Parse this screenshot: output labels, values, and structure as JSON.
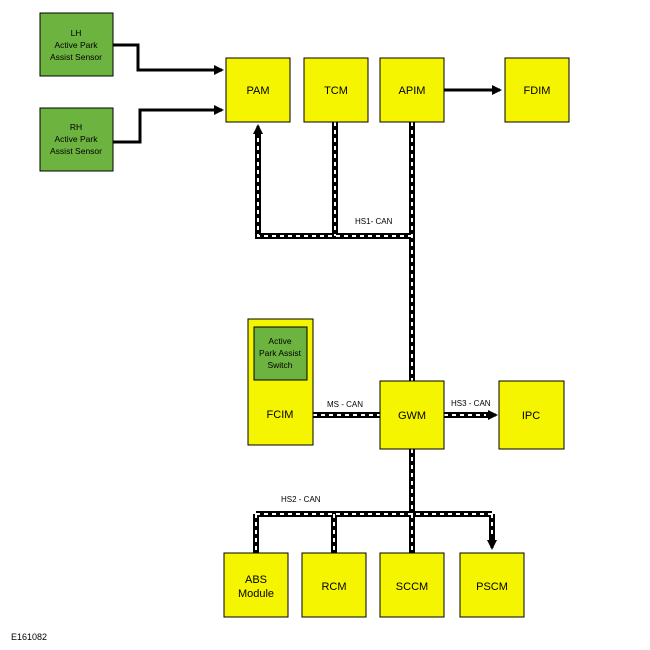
{
  "colors": {
    "module_fill": "#f5f500",
    "sensor_fill": "#6cb33f",
    "bus_dash": "#ffffff",
    "line": "#000000"
  },
  "sensors": {
    "lh": [
      "LH",
      "Active Park",
      "Assist Sensor"
    ],
    "rh": [
      "RH",
      "Active Park",
      "Assist Sensor"
    ]
  },
  "modules": {
    "pam": "PAM",
    "tcm": "TCM",
    "apim": "APIM",
    "fdim": "FDIM",
    "fcim": "FCIM",
    "gwm": "GWM",
    "ipc": "IPC",
    "abs": [
      "ABS",
      "Module"
    ],
    "rcm": "RCM",
    "sccm": "SCCM",
    "pscm": "PSCM"
  },
  "switch": [
    "Active",
    "Park Assist",
    "Switch"
  ],
  "buses": {
    "hs1": "HS1- CAN",
    "ms": "MS - CAN",
    "hs3": "HS3 - CAN",
    "hs2": "HS2 - CAN"
  },
  "figure_id": "E161082"
}
